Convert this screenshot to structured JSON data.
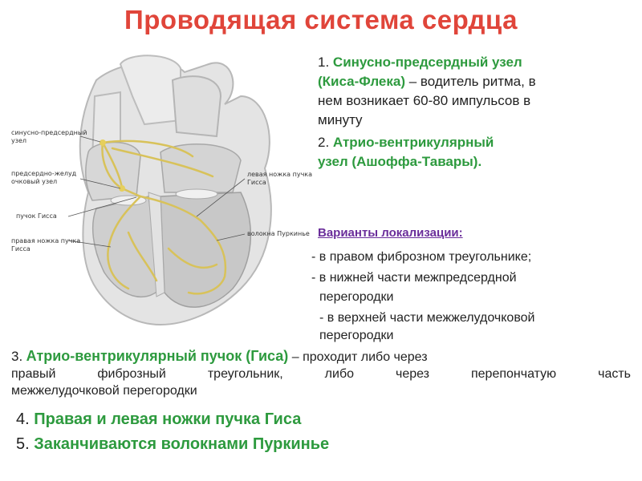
{
  "title": "Проводящая система сердца",
  "diagram_labels": {
    "sa_node": [
      "синусно-предсердный",
      "узел"
    ],
    "av_node": [
      "предсердно-желуд",
      "очковый узел"
    ],
    "his_bundle": "пучок Гисса",
    "right_branch": [
      "правая ножка пучка",
      "Гисса"
    ],
    "left_branch": [
      "левая ножка пучка",
      "Гисса"
    ],
    "purkinje": "волокна Пуркинье"
  },
  "item1": {
    "num": "1.",
    "name_a": "Синусно-предсердный узел",
    "name_b": "(Киса-Флека)",
    "desc_a": " – водитель ритма, в",
    "desc_b": "нем возникает 60-80 импульсов в",
    "desc_c": "минуту"
  },
  "item2": {
    "num": "2.",
    "name_a": "Атрио-вентрикулярный",
    "name_b": "узел (Ашоффа-Тавары)."
  },
  "variants_title": "Варианты локализации:",
  "variants": [
    "- в правом фиброзном треугольнике;",
    "- в нижней части межпредсердной",
    "перегородки",
    "- в верхней части межжелудочковой",
    "перегородки"
  ],
  "item3": {
    "num": "3.",
    "name": "Атрио-вентрикулярный пучок (Гиса)",
    "desc_a": " – проходит  либо через",
    "desc_b": "правый фиброзный треугольник, либо через перепончатую часть",
    "desc_c": "межжелудочковой перегородки"
  },
  "item4": {
    "num": "4.",
    "text": "Правая и левая ножки пучка Гиса"
  },
  "item5": {
    "num": "5.",
    "text": "Заканчиваются волокнами Пуркинье"
  },
  "colors": {
    "title": "#e0453a",
    "green": "#2d9a3e",
    "purple": "#6a2d9a",
    "conduction": "#d8c25a"
  }
}
